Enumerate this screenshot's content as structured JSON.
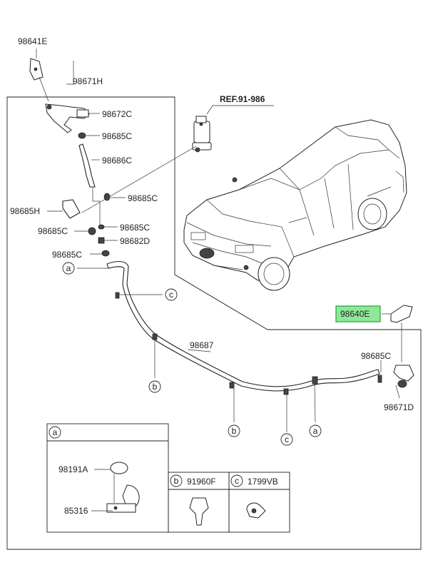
{
  "ref_label": "REF.91-986",
  "part_labels": {
    "p98641E": "98641E",
    "p98671H": "98671H",
    "p98672C": "98672C",
    "p98685C_1": "98685C",
    "p98686C": "98686C",
    "p98685C_2": "98685C",
    "p98685H": "98685H",
    "p98685C_3": "98685C",
    "p98685C_4": "98685C",
    "p98682D": "98682D",
    "p98685C_5": "98685C",
    "p98687": "98687",
    "p98640E": "98640E",
    "p98685C_6": "98685C",
    "p98671D": "98671D"
  },
  "callouts": {
    "a": "a",
    "b": "b",
    "c": "c"
  },
  "detail_a": {
    "letter": "a",
    "p98191A": "98191A",
    "p85316": "85316"
  },
  "detail_b": {
    "letter": "b",
    "code": "91960F"
  },
  "detail_c": {
    "letter": "c",
    "code": "1799VB"
  },
  "highlight_color": "#8fe89a"
}
